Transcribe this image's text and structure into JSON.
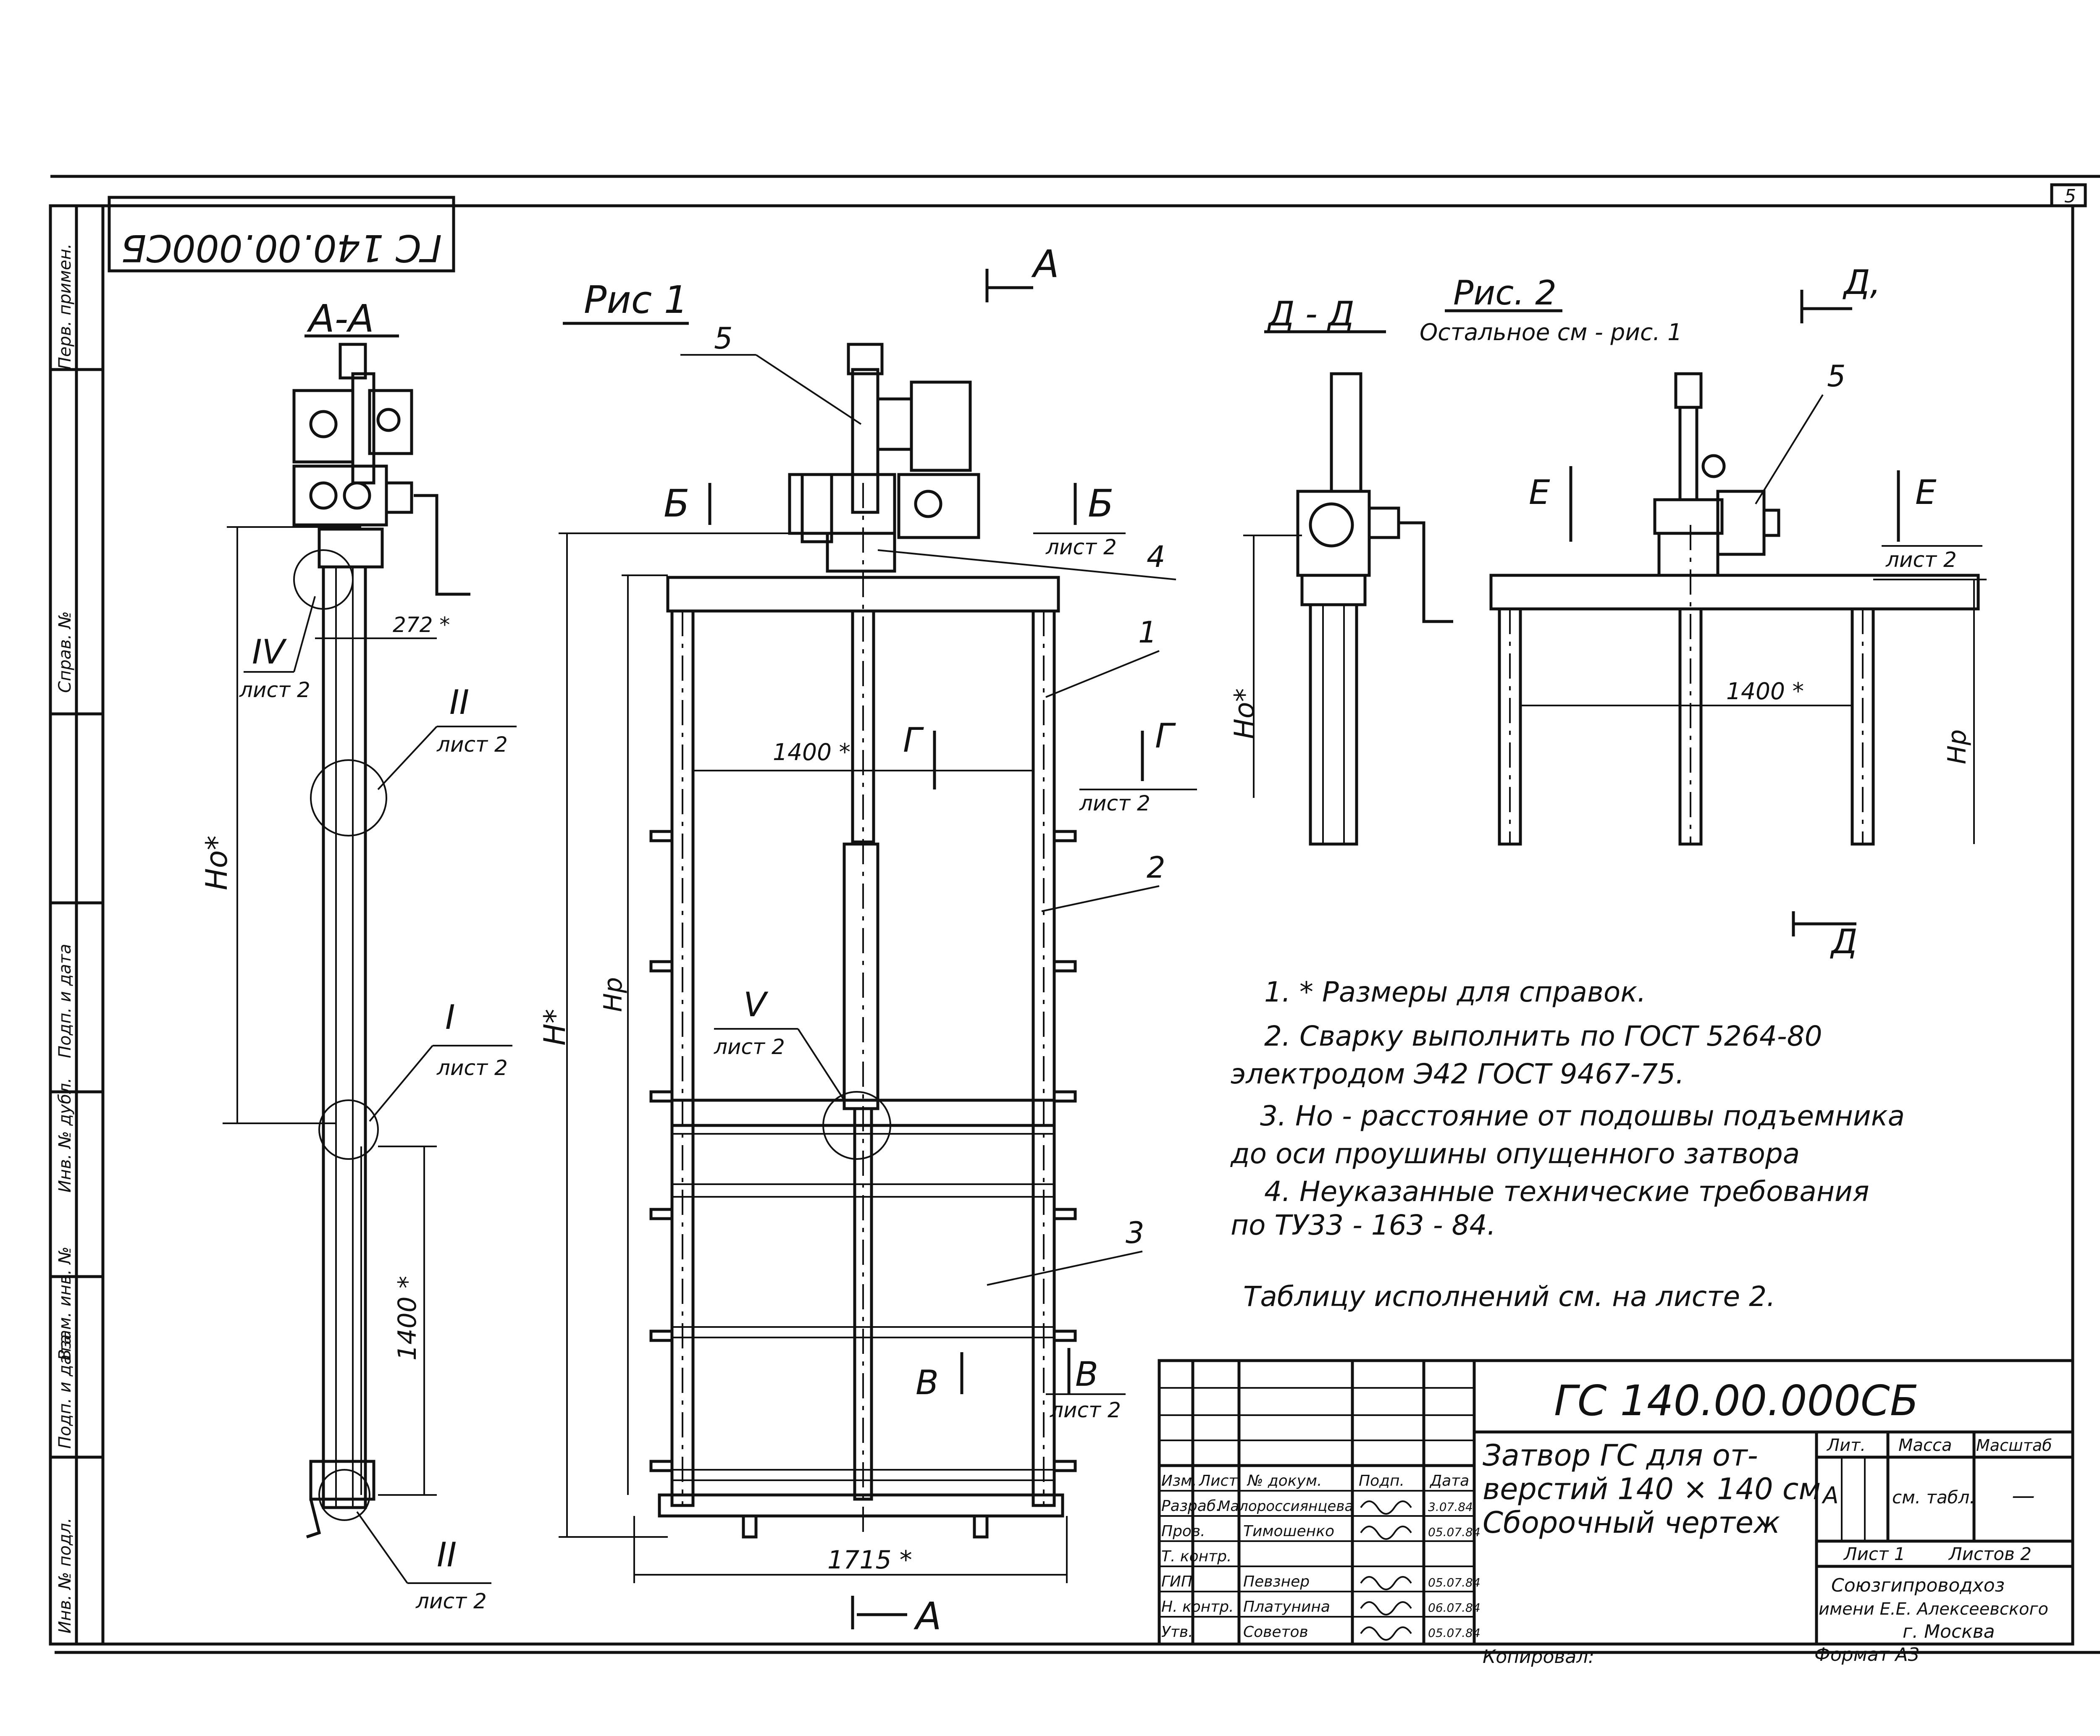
{
  "page_number": "5",
  "doc_code_rotated": "ГС 140.00.000СБ",
  "left_strip": [
    "Перв. примен.",
    "Справ. №",
    "Подп. и дата",
    "Инв. № дубл.",
    "Взам. инв. №",
    "Подп. и дата",
    "Инв. № подл."
  ],
  "figures": {
    "section_aa": "А-А",
    "fig1": "Рис 1",
    "fig2": "Рис. 2",
    "fig2_note": "Остальное см - рис. 1",
    "section_dd": "Д - Д",
    "cut_a": "А",
    "cut_d": "Д,",
    "cut_d2": "Д",
    "cut_b": "Б",
    "cut_g": "Г",
    "cut_v": "В",
    "cut_e": "Е"
  },
  "callouts": {
    "iv": "IV",
    "ii": "II",
    "i": "I",
    "v": "V",
    "sheet2": "лист 2",
    "p1": "1",
    "p2": "2",
    "p3": "3",
    "p4": "4",
    "p5": "5"
  },
  "dimensions": {
    "d272": "272 *",
    "d1400": "1400 *",
    "d1715": "1715 *",
    "ho": "Hо*",
    "hp": "Hр",
    "h": "H*"
  },
  "notes": [
    "1. * Размеры для справок.",
    "2. Сварку выполнить по ГОСТ 5264-80",
    "электродом Э42 ГОСТ 9467-75.",
    "3. Но - расстояние от подошвы подъемника",
    "до оси проушины опущенного затвора",
    "4. Неуказанные технические требования",
    "по ТУ33 - 163 - 84.",
    "Таблицу исполнений см. на листе 2."
  ],
  "title_block": {
    "code": "ГС 140.00.000СБ",
    "title_lines": [
      "Затвор ГС для от-",
      "верстий 140 × 140 см",
      "Сборочный чертеж"
    ],
    "col_headers": [
      "Изм.",
      "Лист",
      "№ докум.",
      "Подп.",
      "Дата"
    ],
    "roles": [
      {
        "role": "Разраб.",
        "name": "Малороссиянцева",
        "date": "3.07.84"
      },
      {
        "role": "Пров.",
        "name": "Тимошенко",
        "date": "05.07.84"
      },
      {
        "role": "Т. контр.",
        "name": "",
        "date": ""
      },
      {
        "role": "ГИП",
        "name": "Певзнер",
        "date": "05.07.84"
      },
      {
        "role": "Н. контр.",
        "name": "Платунина",
        "date": "06.07.84"
      },
      {
        "role": "Утв.",
        "name": "Советов",
        "date": "05.07.84"
      }
    ],
    "lit_label": "Лит.",
    "mass_label": "Масса",
    "scale_label": "Масштаб",
    "lit_value": "А",
    "mass_value": "см. табл.",
    "scale_value": "—",
    "sheet_label": "Лист 1",
    "sheets_label": "Листов 2",
    "org_lines": [
      "Союзгипроводхоз",
      "имени Е.Е. Алексеевского",
      "г. Москва"
    ],
    "copied": "Копировал:",
    "format": "Формат А3"
  }
}
